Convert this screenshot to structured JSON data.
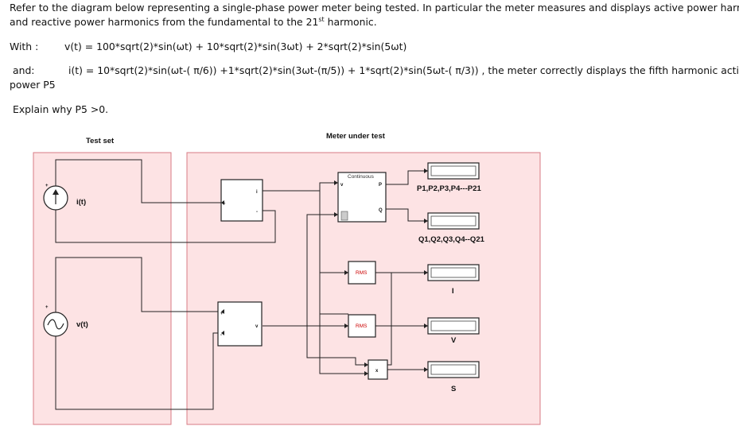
{
  "question": {
    "line1": "Refer to the diagram below representing a single-phase power meter being tested. In particular the meter measures and displays active power harmonics",
    "line2_prefix": "and reactive power harmonics from the fundamental to the 21",
    "line2_sup": "st",
    "line2_suffix": " harmonic.",
    "with_label": "With :",
    "voltage_eq": "v(t) = 100*sqrt(2)*sin(ωt) + 10*sqrt(2)*sin(3ωt) + 2*sqrt(2)*sin(5ωt)",
    "and_label": "and:",
    "current_eq": "i(t) = 10*sqrt(2)*sin(ωt-( π/6)) +1*sqrt(2)*sin(3ωt-(π/5)) + 1*sqrt(2)*sin(5ωt-( π/3)) , the meter  correctly displays the fifth harmonic active",
    "line_cont": "power P5",
    "explain": "Explain why P5 >0."
  },
  "diagram": {
    "test_set_title": "Test  set",
    "meter_title": "Meter under test",
    "current_source_label": "i(t)",
    "voltage_source_label": "v(t)",
    "plus": "+",
    "minus": "-",
    "continuous_label": "Continuous",
    "port_v": "v",
    "port_i": "i",
    "port_p": "P",
    "port_q": "Q",
    "rms_label": "RMS",
    "product_label": "x",
    "display_p_label": "P1,P2,P3,P4---P21",
    "display_q_label": "Q1,Q2,Q3,Q4--Q21",
    "display_i_label": "I",
    "display_v_label": "V",
    "display_s_label": "S",
    "panel_fill": "#fde3e4",
    "panel_border": "#d87b84"
  }
}
